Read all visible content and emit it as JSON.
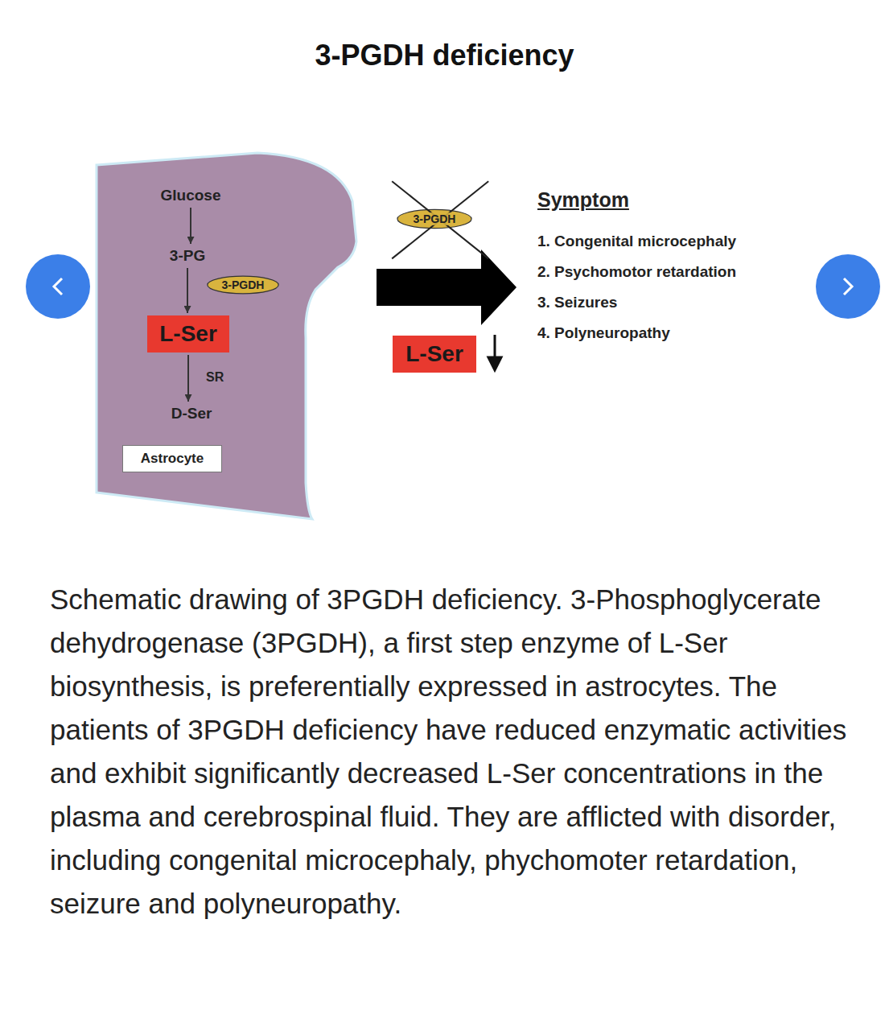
{
  "diagram": {
    "title": "3-PGDH deficiency",
    "caption": "Schematic drawing of 3PGDH deficiency. 3-Phosphoglycerate dehydrogenase (3PGDH), a first step enzyme of L-Ser biosynthesis, is preferentially expressed in astrocytes. The patients of 3PGDH deficiency have reduced enzymatic activities and exhibit significantly decreased L-Ser concentrations in the plasma and cerebrospinal fluid. They are afflicted with disorder, including congenital microcephaly, phychomoter retardation, seizure and polyneuropathy.",
    "nodes": [
      {
        "text": [
          "Glucose"
        ]
      },
      {
        "text": [
          "3-PG"
        ]
      },
      {
        "text": [
          "3-PGDH"
        ]
      },
      {
        "text": [
          "L-Ser"
        ]
      },
      {
        "text": [
          "D-Ser"
        ]
      },
      {
        "text": [
          "Astrocyte"
        ]
      },
      {
        "text": [
          "3-PGDH"
        ]
      },
      {
        "text": [
          "L-Ser"
        ]
      }
    ],
    "edges": [
      {
        "from": 0,
        "to": 1,
        "arrow": "to"
      },
      {
        "from": 1,
        "to": 3,
        "arrow": "to"
      },
      {
        "from": 3,
        "to": 4,
        "label": "SR",
        "arrow": "to"
      }
    ],
    "labels": [
      "Symptom",
      "1. Congenital microcephaly",
      "2. Psychomotor retardation",
      "3. Seizures",
      "4. Polyneuropathy"
    ]
  }
}
